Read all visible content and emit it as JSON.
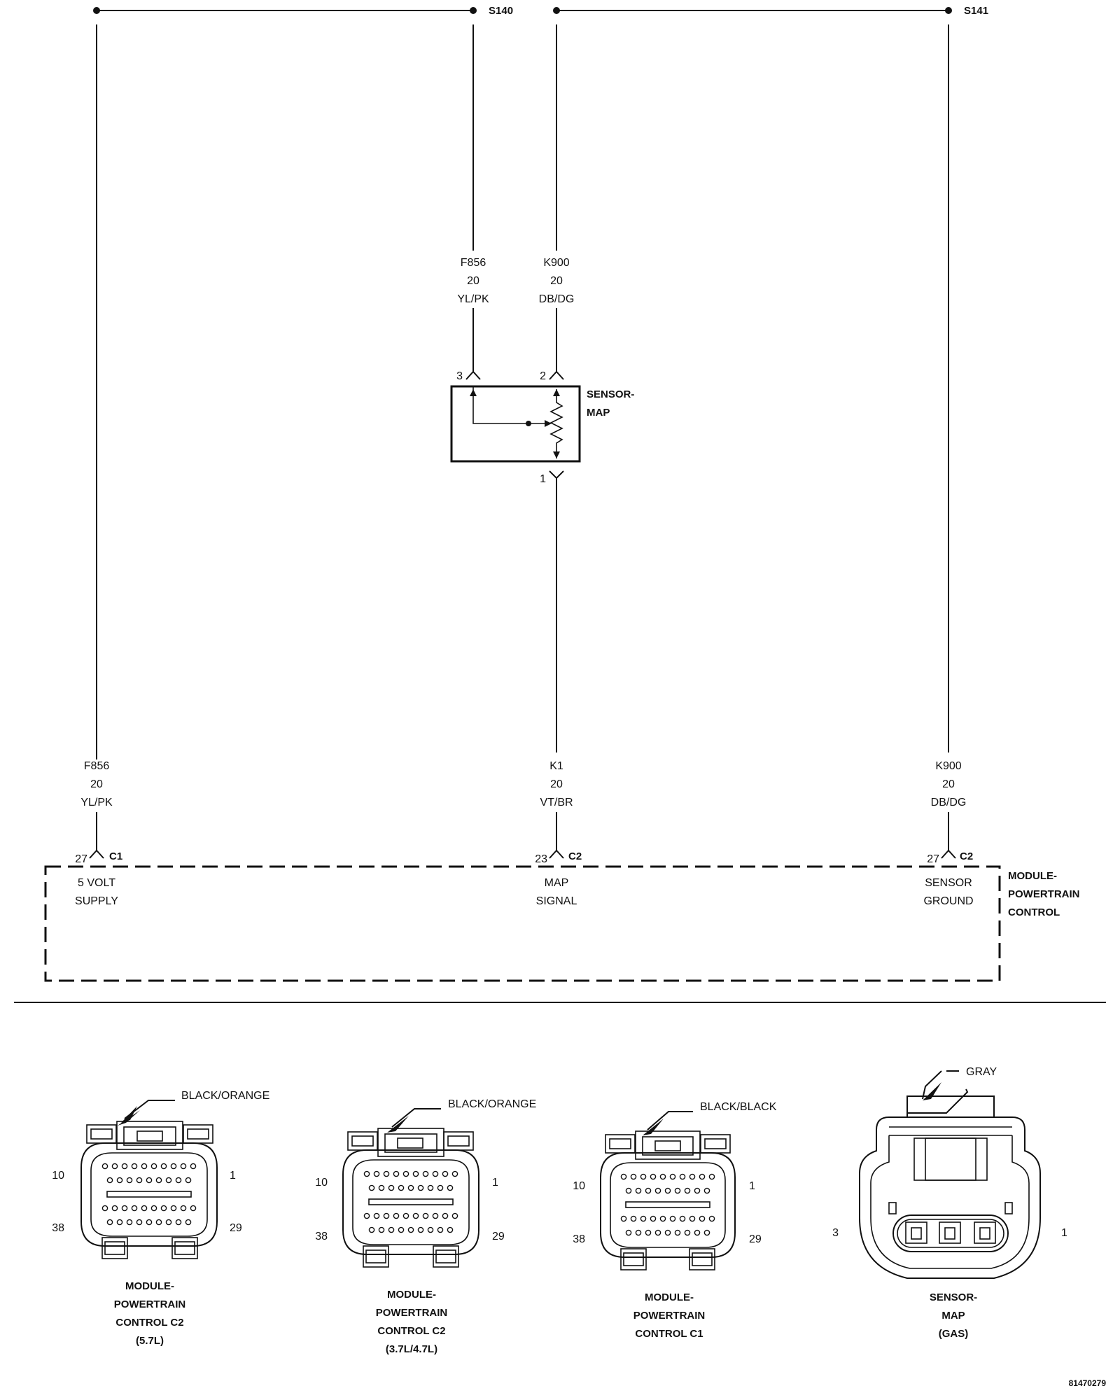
{
  "splices": {
    "s140": "S140",
    "s141": "S141"
  },
  "wires": {
    "top_f856": {
      "circuit": "F856",
      "gauge": "20",
      "color": "YL/PK"
    },
    "top_k900": {
      "circuit": "K900",
      "gauge": "20",
      "color": "DB/DG"
    },
    "bot_f856": {
      "circuit": "F856",
      "gauge": "20",
      "color": "YL/PK"
    },
    "bot_k1": {
      "circuit": "K1",
      "gauge": "20",
      "color": "VT/BR"
    },
    "bot_k900": {
      "circuit": "K900",
      "gauge": "20",
      "color": "DB/DG"
    }
  },
  "sensor": {
    "name_line1": "SENSOR-",
    "name_line2": "MAP",
    "pin_top_left": "3",
    "pin_top_right": "2",
    "pin_bottom": "1"
  },
  "pcm": {
    "name_line1": "MODULE-",
    "name_line2": "POWERTRAIN",
    "name_line3": "CONTROL",
    "pins": [
      {
        "pin": "27",
        "connector": "C1",
        "line1": "5 VOLT",
        "line2": "SUPPLY"
      },
      {
        "pin": "23",
        "connector": "C2",
        "line1": "MAP",
        "line2": "SIGNAL"
      },
      {
        "pin": "27",
        "connector": "C2",
        "line1": "SENSOR",
        "line2": "GROUND"
      }
    ]
  },
  "connectors": [
    {
      "color": "BLACK/ORANGE",
      "pins_tl": "10",
      "pins_tr": "1",
      "pins_bl": "38",
      "pins_br": "29",
      "title": [
        "MODULE-",
        "POWERTRAIN",
        "CONTROL C2",
        "(5.7L)"
      ]
    },
    {
      "color": "BLACK/ORANGE",
      "pins_tl": "10",
      "pins_tr": "1",
      "pins_bl": "38",
      "pins_br": "29",
      "title": [
        "MODULE-",
        "POWERTRAIN",
        "CONTROL C2",
        "(3.7L/4.7L)"
      ]
    },
    {
      "color": "BLACK/BLACK",
      "pins_tl": "10",
      "pins_tr": "1",
      "pins_bl": "38",
      "pins_br": "29",
      "title": [
        "MODULE-",
        "POWERTRAIN",
        "CONTROL C1"
      ]
    },
    {
      "color": "GRAY",
      "pin_left": "3",
      "pin_right": "1",
      "title": [
        "SENSOR-",
        "MAP",
        "(GAS)"
      ]
    }
  ],
  "figure_id": "81470279"
}
